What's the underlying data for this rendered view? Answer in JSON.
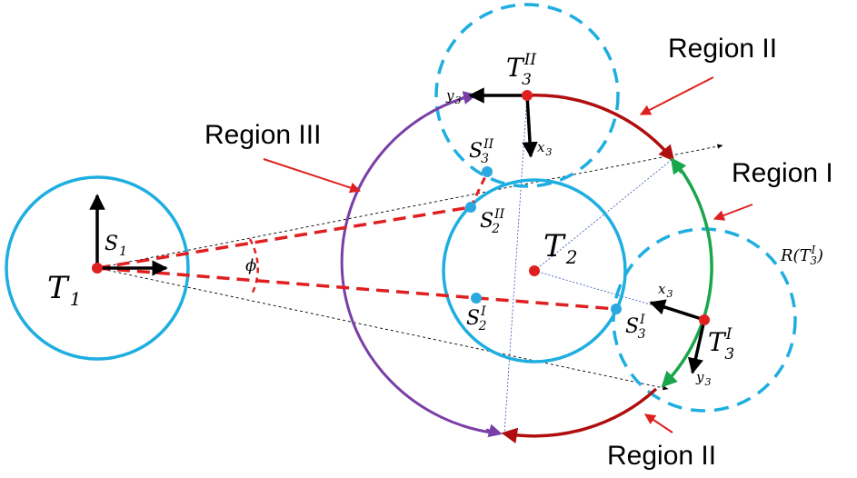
{
  "regions": {
    "region_ii_top": "Region II",
    "region_iii": "Region III",
    "region_i": "Region I",
    "region_ii_bottom": "Region II"
  },
  "bodies": {
    "t1": {
      "base": "T",
      "sub": "1"
    },
    "t2": {
      "base": "T",
      "sub": "2"
    },
    "t3_ii": {
      "base": "T",
      "sub": "3",
      "sup": "II"
    },
    "t3_i": {
      "base": "T",
      "sub": "3",
      "sup": "I"
    }
  },
  "points": {
    "s1": {
      "base": "S",
      "sub": "1"
    },
    "s3_ii": {
      "base": "S",
      "sub": "3",
      "sup": "II"
    },
    "s2_ii": {
      "base": "S",
      "sub": "2",
      "sup": "II"
    },
    "s2_i": {
      "base": "S",
      "sub": "2",
      "sup": "I"
    },
    "s3_i": {
      "base": "S",
      "sub": "3",
      "sup": "I"
    }
  },
  "axes": {
    "y3_top": {
      "base": "y",
      "sub": "3"
    },
    "x3_top": {
      "base": "x",
      "sub": "3"
    },
    "x3_right": {
      "base": "x",
      "sub": "3"
    },
    "y3_right": {
      "base": "y",
      "sub": "3"
    }
  },
  "angle_label": "ϕ",
  "range_label": {
    "prefix": "R(",
    "base": "T",
    "sub": "3",
    "sup": "I",
    "suffix": ")"
  },
  "colors": {
    "sensor_circle": "#1eaee0",
    "region_i_arc": "#1aa64a",
    "region_ii_arc": "#b00e0e",
    "region_iii_arc": "#7a3fa6",
    "sightline": "#e02020",
    "callout_arrow": "#e02020",
    "target_dot": "#e02020",
    "sensor_dot": "#29a9e0",
    "guide_line": "#3050b0"
  }
}
